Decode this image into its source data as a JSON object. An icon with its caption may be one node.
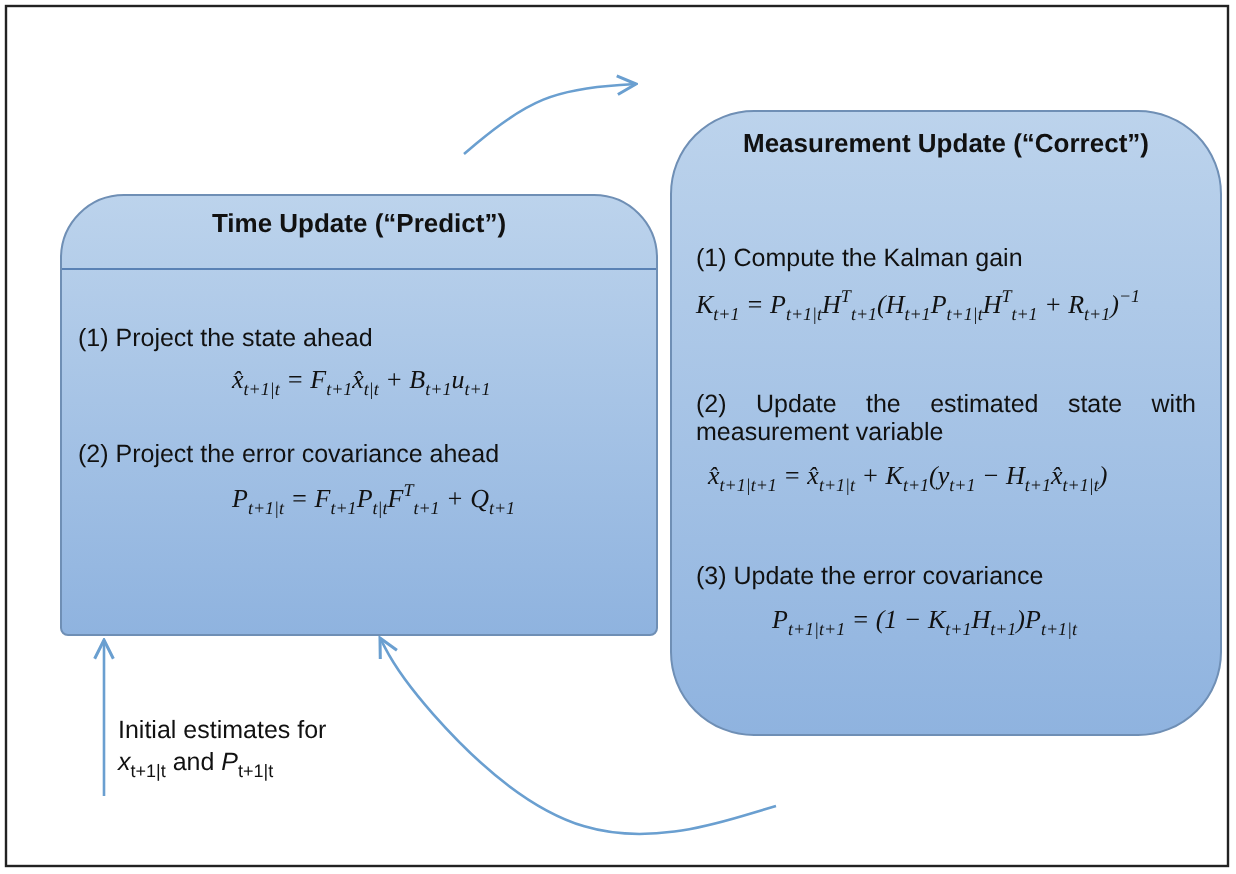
{
  "diagram": {
    "nodes": [
      {
        "text": [
          "Time Update (“Predict”)",
          "(1) Project the state ahead",
          "x̂$_{t+1|t}$ = F$_{t+1}$x̂$_{t|t}$ + B$_{t+1}$u$_{t+1}$",
          "(2) Project the error covariance ahead",
          "P$_{t+1|t}$ = F$_{t+1}$P$_{t|t}$F$^{T}$$_{t+1}$ + Q$_{t+1}$"
        ]
      },
      {
        "text": [
          "Measurement Update (“Correct”)",
          "(1) Compute the Kalman gain",
          "K$_{t+1}$ = P$_{t+1|t}$H$^{T}$$_{t+1}$(H$_{t+1}$P$_{t+1|t}$H$^{T}$$_{t+1}$ + R$_{t+1}$)$^{−1}$",
          "(2) Update the estimated state with measurement variable",
          "x̂$_{t+1|t+1}$ = x̂$_{t+1|t}$ + K$_{t+1}$(y$_{t+1}$ − H$_{t+1}$x̂$_{t+1|t}$)",
          "(3) Update the error covariance",
          "P$_{t+1|t+1}$ = (1 − K$_{t+1}$H$_{t+1}$)P$_{t+1|t}$"
        ]
      },
      {
        "text": [
          "Initial estimates for *x*$_{t+1|t}$ and *P*$_{t+1|t}$"
        ]
      }
    ],
    "edges": [
      {
        "from": 0,
        "to": 1,
        "arrow": "to"
      },
      {
        "from": 1,
        "to": 0,
        "arrow": "to"
      },
      {
        "from": 2,
        "to": 0,
        "arrow": "to"
      }
    ]
  }
}
